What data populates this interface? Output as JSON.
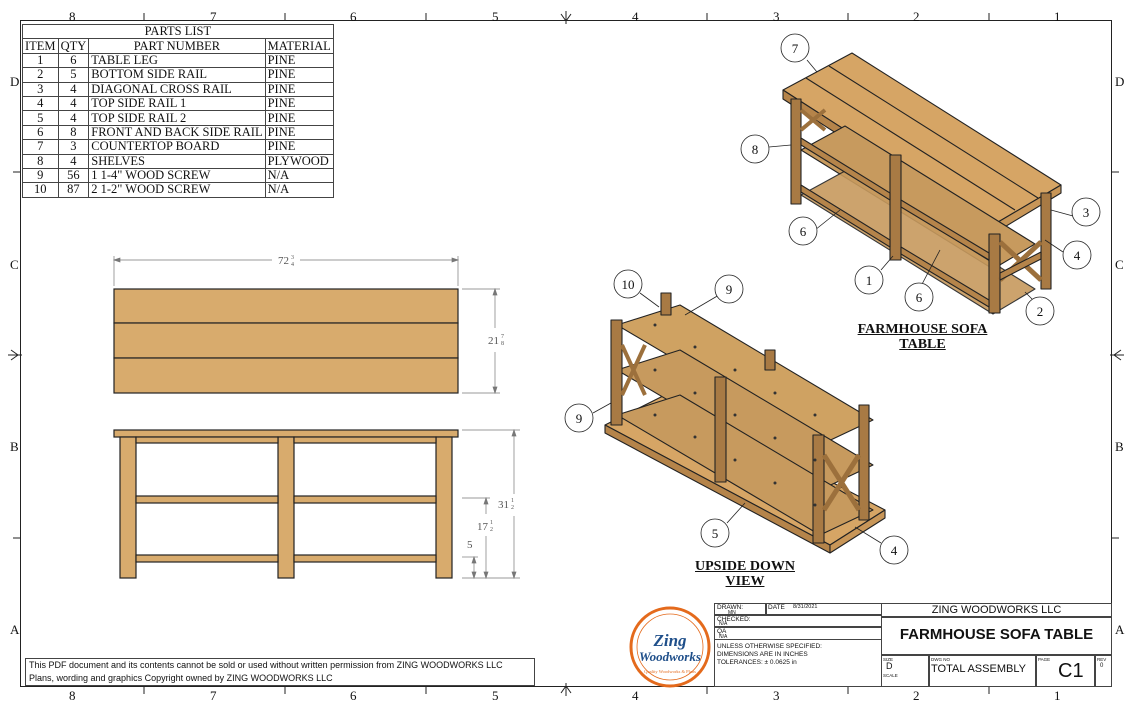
{
  "zones_top": [
    "8",
    "7",
    "6",
    "5",
    "4",
    "3",
    "2",
    "1"
  ],
  "zones_side": [
    "D",
    "C",
    "B",
    "A"
  ],
  "parts_list": {
    "title": "PARTS LIST",
    "headers": [
      "ITEM",
      "QTY",
      "PART NUMBER",
      "MATERIAL"
    ],
    "rows": [
      [
        "1",
        "6",
        "TABLE LEG",
        "PINE"
      ],
      [
        "2",
        "5",
        "BOTTOM SIDE RAIL",
        "PINE"
      ],
      [
        "3",
        "4",
        "DIAGONAL CROSS RAIL",
        "PINE"
      ],
      [
        "4",
        "4",
        "TOP SIDE RAIL 1",
        "PINE"
      ],
      [
        "5",
        "4",
        "TOP SIDE RAIL 2",
        "PINE"
      ],
      [
        "6",
        "8",
        "FRONT AND BACK SIDE RAIL",
        "PINE"
      ],
      [
        "7",
        "3",
        "COUNTERTOP BOARD",
        "PINE"
      ],
      [
        "8",
        "4",
        "SHELVES",
        "PLYWOOD"
      ],
      [
        "9",
        "56",
        "1 1-4\" WOOD SCREW",
        "N/A"
      ],
      [
        "10",
        "87",
        "2 1-2\" WOOD SCREW",
        "N/A"
      ]
    ]
  },
  "dimensions": {
    "top_width": {
      "whole": "72",
      "num": "3",
      "den": "4"
    },
    "top_depth": {
      "whole": "21",
      "num": "7",
      "den": "8"
    },
    "height": {
      "whole": "31",
      "num": "1",
      "den": "2"
    },
    "mid_shelf": {
      "whole": "17",
      "num": "1",
      "den": "2"
    },
    "bottom_shelf": "5"
  },
  "views": {
    "iso_title_line1": "FARMHOUSE SOFA",
    "iso_title_line2": "TABLE",
    "upside_title_line1": "UPSIDE DOWN",
    "upside_title_line2": "VIEW"
  },
  "balloons_iso": [
    "7",
    "8",
    "6",
    "1",
    "6",
    "2",
    "4",
    "3"
  ],
  "balloons_upside": [
    "10",
    "9",
    "9",
    "5",
    "4"
  ],
  "notice": {
    "line1": "This PDF document and its contents cannot be sold or used without written permission from ZING WOODWORKS LLC",
    "line2": "Plans, wording and graphics Copyright owned by ZING WOODWORKS LLC"
  },
  "logo": {
    "line1": "Zing",
    "line2": "Woodworks",
    "tagline": "Quality Woodworks & Plans",
    "ring_color": "#e46a1c",
    "text_color": "#1f4f8a"
  },
  "title_block": {
    "drawn_label": "DRAWN:",
    "drawn_value": "MN",
    "date_label": "DATE",
    "date_value": "8/31/2021",
    "checked_label": "CHECKED:",
    "checked_value": "N/A",
    "qa_label": "QA",
    "qa_value": "N/A",
    "spec1": "UNLESS OTHERWISE SPECIFIED:",
    "spec2": "DIMENSIONS ARE IN INCHES",
    "spec3": "TOLERANCES: ± 0.0625 in",
    "company": "ZING WOODWORKS LLC",
    "title": "FARMHOUSE SOFA TABLE",
    "size_label": "SIZE",
    "size_value": "D",
    "scale_label": "SCALE",
    "dwg_label": "DWG NO",
    "dwg_value": "TOTAL ASSEMBLY",
    "page_label": "PAGE",
    "page_value": "C1",
    "rev_label": "REV",
    "rev_value": "0"
  }
}
